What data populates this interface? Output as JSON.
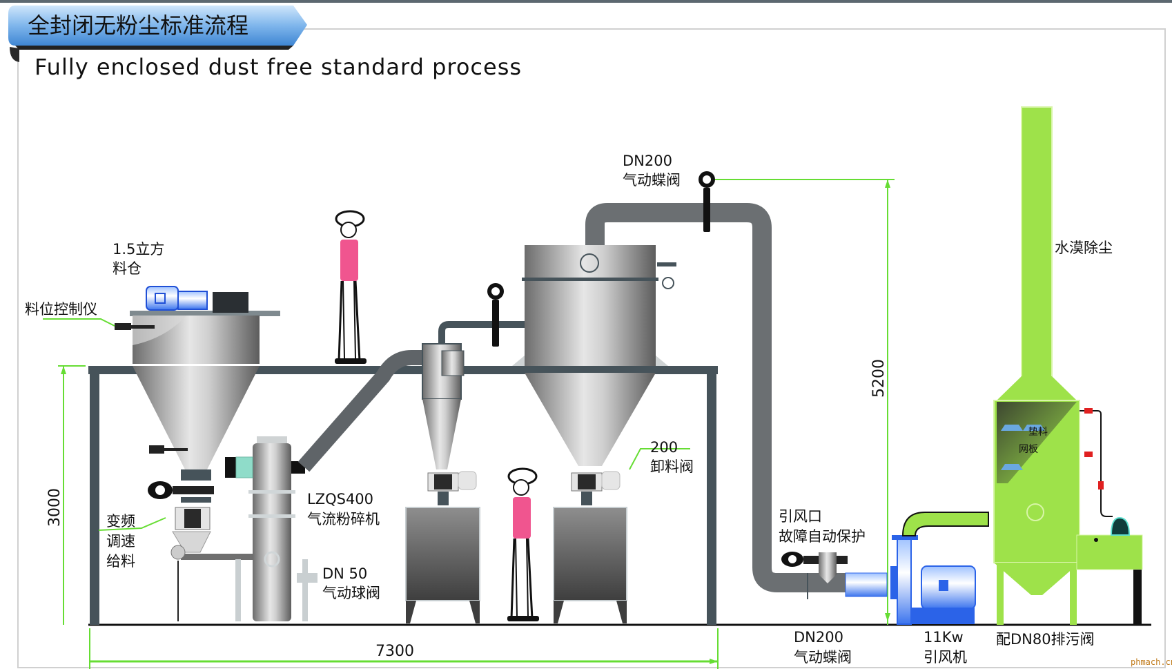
{
  "header": {
    "title_cn": "全封闭无粉尘标准流程",
    "title_en": "Fully enclosed dust free standard process"
  },
  "labels": {
    "hopper_volume": [
      "1.5立方",
      "料仓"
    ],
    "level_controller": "料位控制仪",
    "vfd_feeder": [
      "变频",
      "调速",
      "给料"
    ],
    "jet_mill": [
      "LZQS400",
      "气流粉碎机"
    ],
    "ball_valve": [
      "DN 50",
      "气动球阀"
    ],
    "top_butterfly_valve": [
      "DN200",
      "气动蝶阀"
    ],
    "discharge_valve": [
      "200",
      "卸料阀"
    ],
    "inlet_protection": [
      "引风口",
      "故障自动保护"
    ],
    "bottom_butterfly_valve": [
      "DN200",
      "气动蝶阀"
    ],
    "fan": [
      "11Kw",
      "引风机"
    ],
    "drain_valve": "配DN80排污阀",
    "scrubber": "水漠除尘",
    "packing": "垫料",
    "mesh_plate": "网板"
  },
  "dimensions": {
    "platform_height": "3000",
    "total_length": "7300",
    "duct_height": "5200"
  },
  "watermark": "phmach.cn",
  "colors": {
    "banner_blue": "#4a90d9",
    "dimension_green": "#66dd33",
    "scrubber_green": "#9ee24a",
    "steel_dark": "#46535a",
    "motor_blue": "#2b63e8",
    "worker_vest": "#f0558f"
  }
}
